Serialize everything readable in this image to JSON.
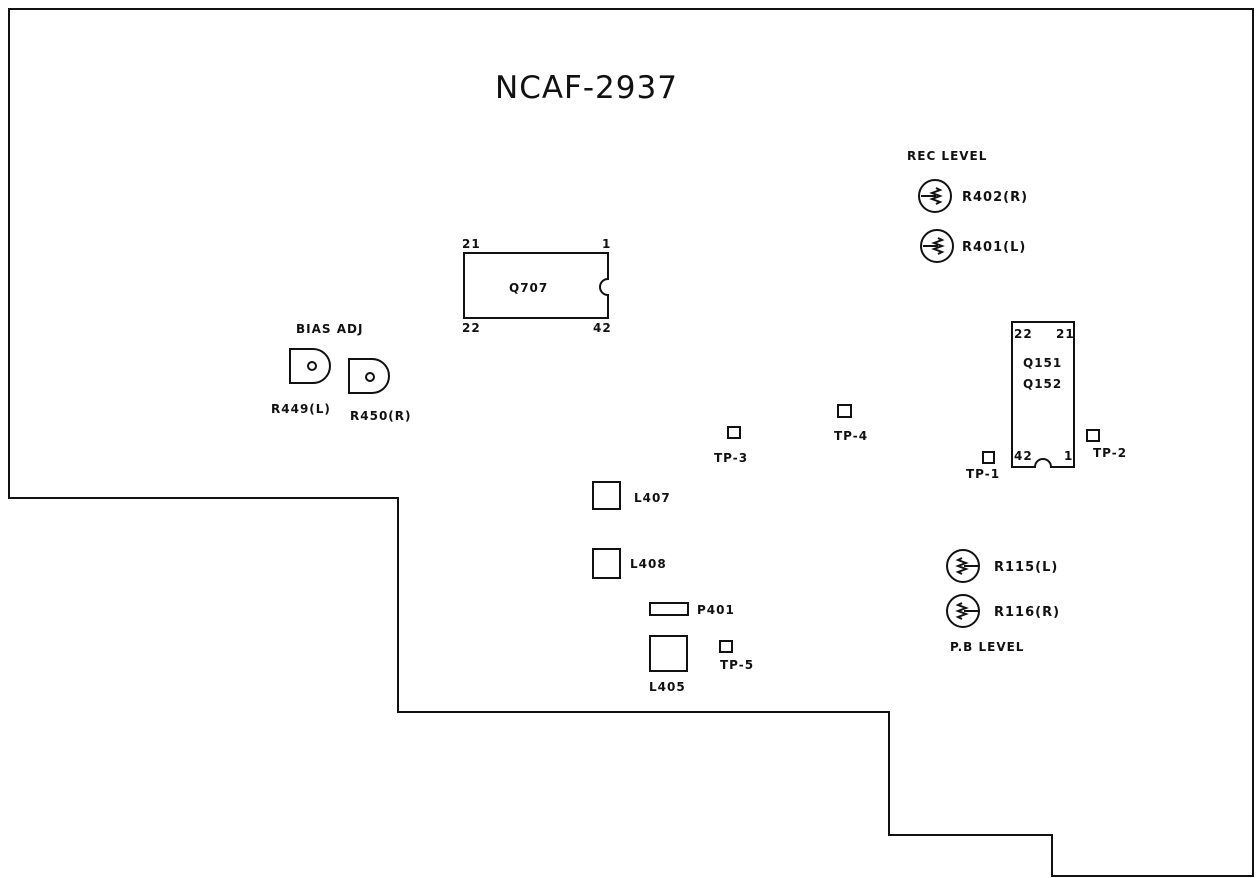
{
  "board": {
    "title": "NCAF-2937"
  },
  "groups": {
    "rec_level": "REC LEVEL",
    "bias_adj": "BIAS ADJ",
    "pb_level": "P.B LEVEL"
  },
  "trimmers": {
    "r402": "R402(R)",
    "r401": "R401(L)",
    "r115": "R115(L)",
    "r116": "R116(R)",
    "r449": "R449(L)",
    "r450": "R450(R)"
  },
  "ics": {
    "q707": {
      "name": "Q707",
      "pin_tl": "21",
      "pin_tr": "1",
      "pin_bl": "22",
      "pin_br": "42"
    },
    "q151": {
      "name1": "Q151",
      "name2": "Q152",
      "pin_tl": "22",
      "pin_tr": "21",
      "pin_bl": "42",
      "pin_br": "1"
    }
  },
  "test_points": {
    "tp1": "TP-1",
    "tp2": "TP-2",
    "tp3": "TP-3",
    "tp4": "TP-4",
    "tp5": "TP-5"
  },
  "coils": {
    "l407": "L407",
    "l408": "L408",
    "l405": "L405"
  },
  "connectors": {
    "p401": "P401"
  },
  "colors": {
    "ink": "#111111",
    "paper": "#ffffff"
  }
}
